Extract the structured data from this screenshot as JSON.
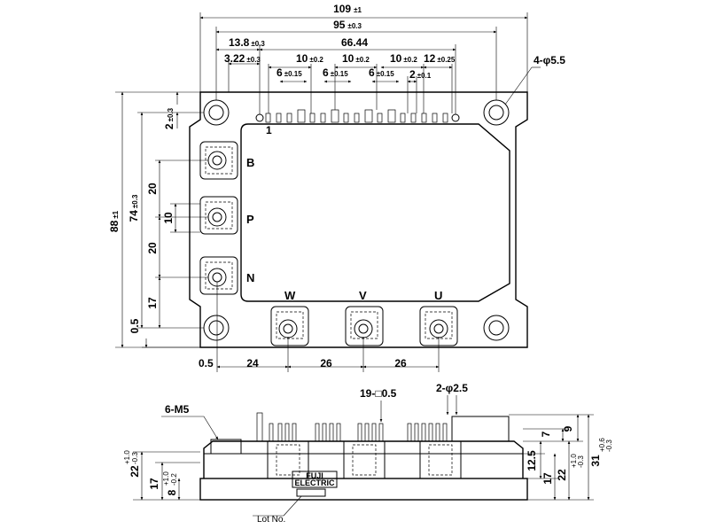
{
  "top_dims": {
    "overall_width": {
      "value": "109",
      "tol": "±1"
    },
    "hole_pitch": {
      "value": "95",
      "tol": "±0.3"
    },
    "pin1_offset": {
      "value": "13.8",
      "tol": "±0.3"
    },
    "pin_span": {
      "value": "66.44",
      "tol": ""
    },
    "edge_offset": {
      "value": "3.22",
      "tol": "±0.3"
    },
    "group_10a": {
      "value": "10",
      "tol": "±0.2"
    },
    "group_10b": {
      "value": "10",
      "tol": "±0.2"
    },
    "group_10c": {
      "value": "10",
      "tol": "±0.2"
    },
    "group_12": {
      "value": "12",
      "tol": "±0.25"
    },
    "gap_6a": {
      "value": "6",
      "tol": "±0.15"
    },
    "gap_6b": {
      "value": "6",
      "tol": "±0.15"
    },
    "gap_6c": {
      "value": "6",
      "tol": "±0.15"
    },
    "pitch_2": {
      "value": "2",
      "tol": "±0.1"
    },
    "mount_holes": "4-φ5.5",
    "pin1_label": "1"
  },
  "left_dims": {
    "overall_height": {
      "value": "88",
      "tol": "±1"
    },
    "hole_pitch": {
      "value": "74",
      "tol": "±0.3"
    },
    "hole_offset": {
      "value": "2",
      "tol": "±0.3"
    },
    "bp_pitch": "20",
    "pn_pitch": "20",
    "p_width": "10",
    "n_offset": "17",
    "bottom_offset": "0.5"
  },
  "terminals": {
    "b": "B",
    "p": "P",
    "n": "N",
    "w": "W",
    "v": "V",
    "u": "U"
  },
  "bottom_dims": {
    "offset": "0.5",
    "w_to_v": "26",
    "v_to_u": "26",
    "left_to_w": "24"
  },
  "side_view": {
    "screw_label": "6-M5",
    "pin_label": "19-□0.5",
    "guide_label": "2-φ2.5",
    "h22": {
      "value": "22",
      "tol_top": "+1.0",
      "tol_bot": "-0.3"
    },
    "h17": "17",
    "h8": {
      "value": "8",
      "tol_top": "+1.0",
      "tol_bot": "-0.2"
    },
    "r7": "7",
    "r9": "9",
    "r12_5": "12.5",
    "r17": "17",
    "r22": {
      "value": "22",
      "tol_top": "+1.0",
      "tol_bot": "-0.3"
    },
    "r31": {
      "value": "31",
      "tol_top": "+0.6",
      "tol_bot": "-0.3"
    },
    "logo_top": "FUJI",
    "logo_bottom": "ELECTRIC",
    "lot_label": "Lot No."
  }
}
